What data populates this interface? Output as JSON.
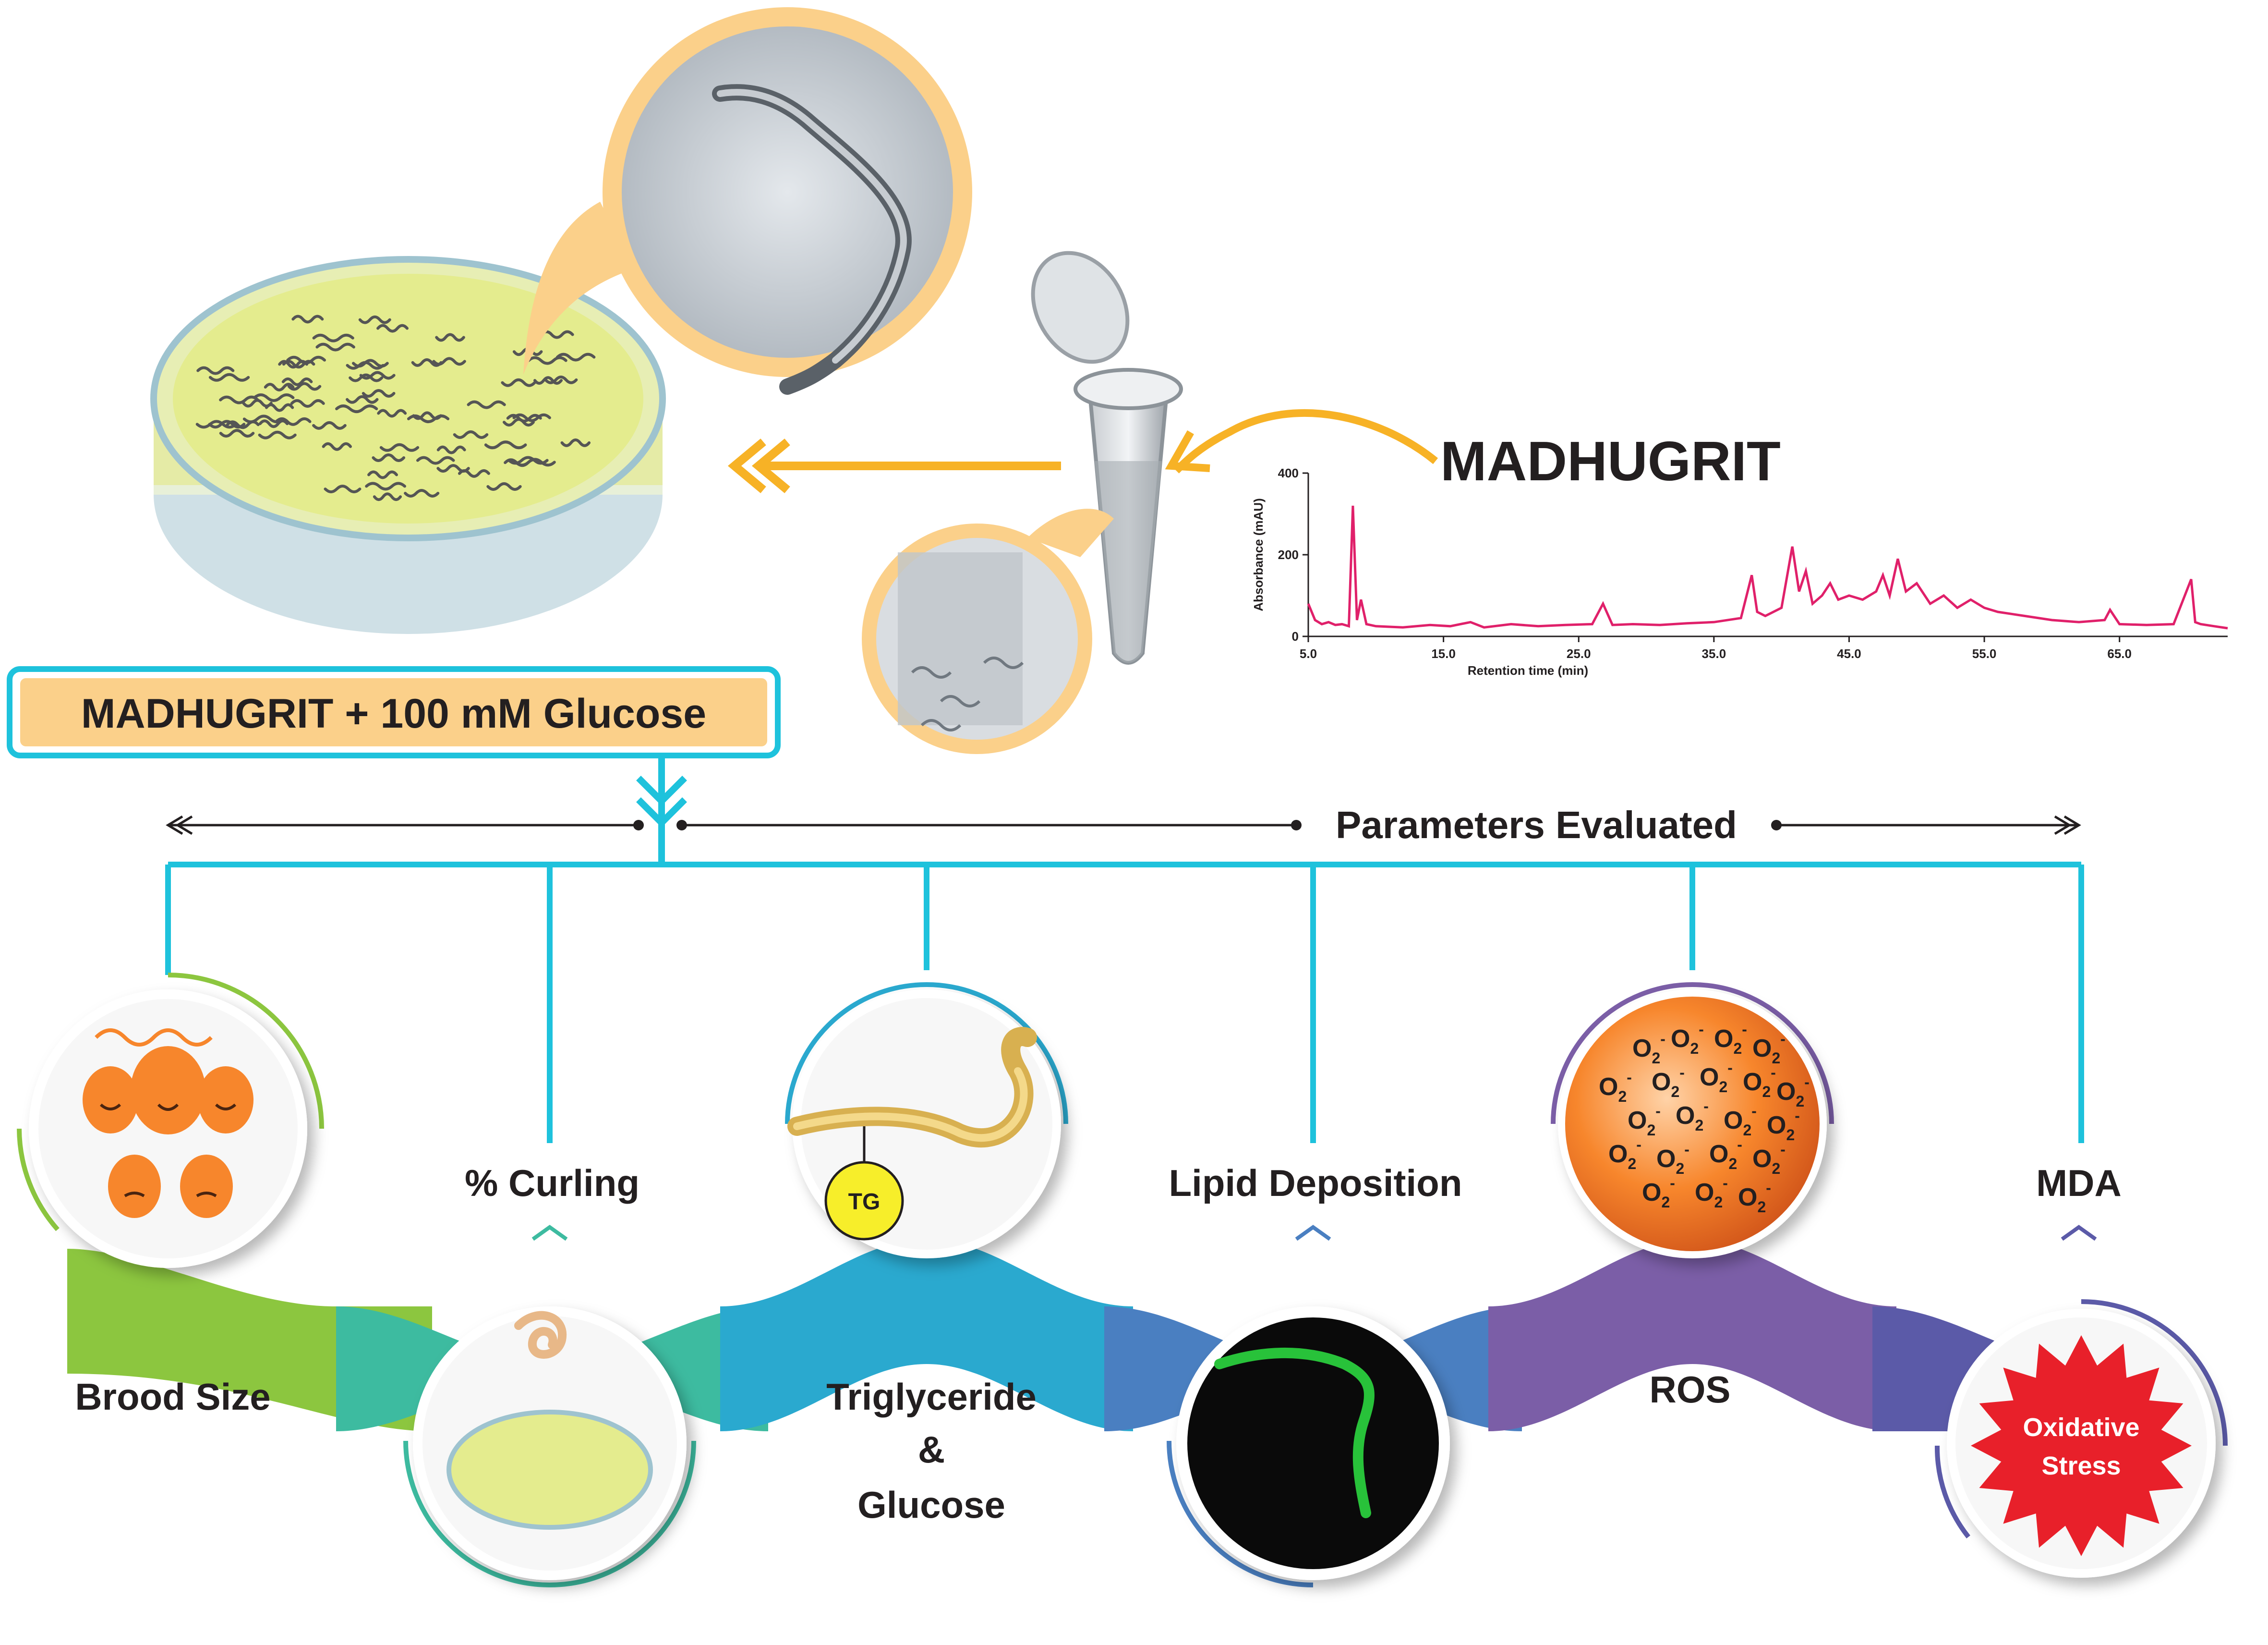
{
  "treatment": {
    "compound": "MADHUGRIT",
    "box_label": "MADHUGRIT + 100 mM Glucose"
  },
  "section_title": "Parameters Evaluated",
  "parameters": [
    {
      "label": "Brood Size"
    },
    {
      "label": "% Curling"
    },
    {
      "label_line1": "Triglyceride",
      "label_line2": "&",
      "label_line3": "Glucose",
      "tag": "TG"
    },
    {
      "label": "Lipid Deposition"
    },
    {
      "label": "ROS",
      "tag": "O2-"
    },
    {
      "label": "MDA",
      "tag_line1": "Oxidative",
      "tag_line2": "Stress"
    }
  ],
  "colors": {
    "cyan": "#1ec2dc",
    "orange": "#f7b226",
    "peach": "#fbd08a",
    "green": "#8cc63f",
    "teal": "#3dbba0",
    "blue": "#2aa9cf",
    "royal": "#4a7fc1",
    "purple": "#7b5ea7",
    "indigo": "#5b5aa8",
    "trace": "#e0206a",
    "red": "#e8202a"
  },
  "chart_data": {
    "type": "line",
    "xlabel": "Retention time (min)",
    "ylabel": "Absorbance (mAU)",
    "x_ticks": [
      "5.0",
      "15.0",
      "25.0",
      "35.0",
      "45.0",
      "55.0",
      "65.0"
    ],
    "y_ticks": [
      "0",
      "200",
      "400"
    ],
    "xlim": [
      5,
      73
    ],
    "ylim": [
      0,
      400
    ],
    "series": [
      {
        "x": [
          5,
          5.5,
          6,
          6.5,
          7,
          7.5,
          8,
          8.3,
          8.6,
          8.9,
          9.3,
          10,
          12,
          14,
          15.5,
          17,
          18,
          20,
          22,
          24,
          26,
          26.8,
          27.5,
          29,
          31,
          33,
          35,
          37,
          37.8,
          38.2,
          38.8,
          40,
          40.8,
          41.3,
          41.8,
          42.3,
          43,
          43.6,
          44.2,
          45,
          46,
          47,
          47.5,
          48,
          48.6,
          49.2,
          50,
          51,
          52,
          53,
          54,
          55,
          56,
          58,
          60,
          62,
          63.9,
          64.3,
          65,
          67,
          69,
          70.3,
          70.6,
          71,
          72,
          73
        ],
        "y": [
          80,
          40,
          30,
          35,
          28,
          30,
          25,
          320,
          40,
          90,
          30,
          25,
          22,
          28,
          25,
          35,
          22,
          30,
          25,
          28,
          30,
          80,
          28,
          30,
          28,
          32,
          35,
          45,
          150,
          60,
          50,
          70,
          220,
          110,
          160,
          80,
          100,
          130,
          90,
          100,
          90,
          110,
          150,
          100,
          190,
          110,
          130,
          80,
          100,
          70,
          90,
          70,
          60,
          50,
          40,
          35,
          40,
          65,
          30,
          28,
          30,
          140,
          35,
          30,
          25,
          20
        ]
      }
    ]
  }
}
